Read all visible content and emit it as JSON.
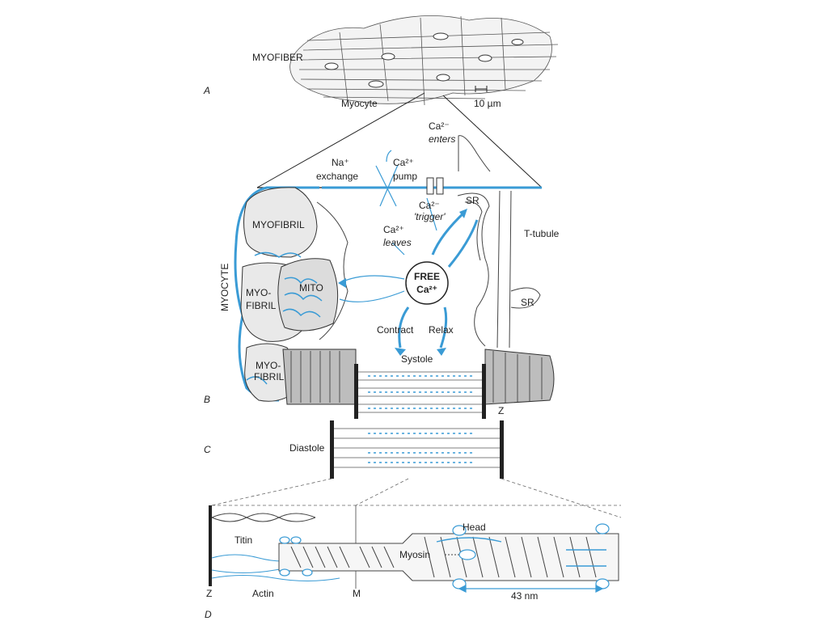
{
  "panels": [
    "A",
    "B",
    "C",
    "D"
  ],
  "panel_a": {
    "myofiber": "MYOFIBER",
    "myocyte": "Myocyte",
    "scale": "10 µm"
  },
  "panel_b": {
    "ca_enters_1": "Ca²⁻",
    "ca_enters_2": "enters",
    "na_exchange_1": "Na⁺",
    "na_exchange_2": "exchange",
    "ca_pump_1": "Ca²⁺",
    "ca_pump_2": "pump",
    "ca_trigger_1": "Ca²⁻",
    "ca_trigger_2": "'trigger'",
    "sr_top": "SR",
    "t_tubule": "T-tubule",
    "ca_leaves_1": "Ca²⁺",
    "ca_leaves_2": "leaves",
    "myofibril_1": "MYOFIBRIL",
    "myofibril_2a": "MYO-",
    "myofibril_2b": "FIBRIL",
    "mito": "MITO",
    "free_ca_1": "FREE",
    "free_ca_2": "Ca²⁺",
    "sr_right": "SR",
    "myocyte_vertical": "MYOCYTE",
    "contract": "Contract",
    "relax": "Relax",
    "systole": "Systole",
    "myofibril_3a": "MYO-",
    "myofibril_3b": "FIBRIL",
    "z": "Z"
  },
  "panel_c": {
    "diastole": "Diastole"
  },
  "panel_d": {
    "titin": "Titin",
    "head": "Head",
    "myosin": "Myosin",
    "z": "Z",
    "actin": "Actin",
    "m": "M",
    "nm": "43 nm"
  },
  "colors": {
    "accent": "#3a9bd5",
    "ink": "#222222",
    "paper": "#ffffff"
  }
}
